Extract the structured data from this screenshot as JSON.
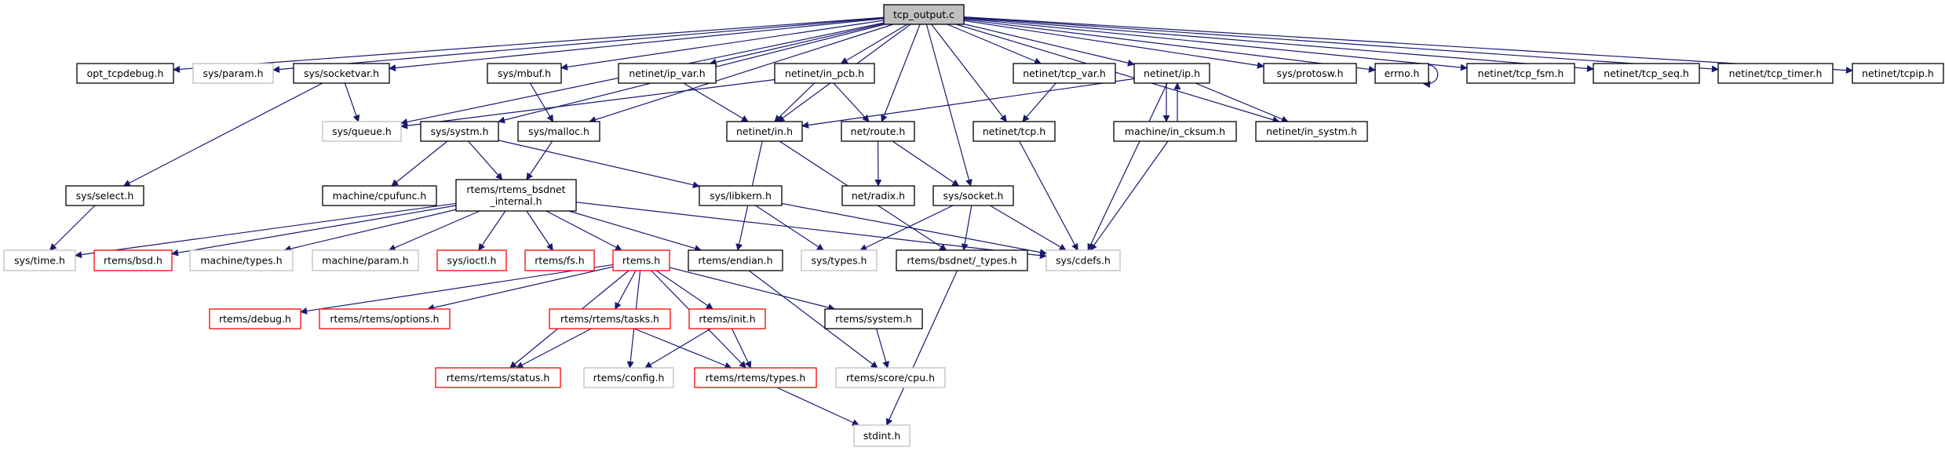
{
  "graph": {
    "edge_color": "#191970",
    "node_kinds": {
      "root": "#bfbfbf",
      "black": "#000000",
      "gray": "#bfbfbf",
      "red": "#ff0000"
    },
    "nodes": [
      {
        "id": "tcp_output",
        "label": "tcp_output.c",
        "kind": "root"
      },
      {
        "id": "opt_tcpdebug",
        "label": "opt_tcpdebug.h",
        "kind": "black"
      },
      {
        "id": "sys_param",
        "label": "sys/param.h",
        "kind": "gray"
      },
      {
        "id": "sys_socketvar",
        "label": "sys/socketvar.h",
        "kind": "black"
      },
      {
        "id": "sys_mbuf",
        "label": "sys/mbuf.h",
        "kind": "black"
      },
      {
        "id": "netinet_ip_var",
        "label": "netinet/ip_var.h",
        "kind": "black"
      },
      {
        "id": "netinet_in_pcb",
        "label": "netinet/in_pcb.h",
        "kind": "black"
      },
      {
        "id": "netinet_tcp_var",
        "label": "netinet/tcp_var.h",
        "kind": "black"
      },
      {
        "id": "netinet_ip",
        "label": "netinet/ip.h",
        "kind": "black"
      },
      {
        "id": "sys_protosw",
        "label": "sys/protosw.h",
        "kind": "black"
      },
      {
        "id": "errno",
        "label": "errno.h",
        "kind": "black"
      },
      {
        "id": "netinet_tcp_fsm",
        "label": "netinet/tcp_fsm.h",
        "kind": "black"
      },
      {
        "id": "netinet_tcp_seq",
        "label": "netinet/tcp_seq.h",
        "kind": "black"
      },
      {
        "id": "netinet_tcp_timer",
        "label": "netinet/tcp_timer.h",
        "kind": "black"
      },
      {
        "id": "netinet_tcpip",
        "label": "netinet/tcpip.h",
        "kind": "black"
      },
      {
        "id": "sys_queue",
        "label": "sys/queue.h",
        "kind": "gray"
      },
      {
        "id": "sys_systm",
        "label": "sys/systm.h",
        "kind": "black"
      },
      {
        "id": "sys_malloc",
        "label": "sys/malloc.h",
        "kind": "black"
      },
      {
        "id": "netinet_in",
        "label": "netinet/in.h",
        "kind": "black"
      },
      {
        "id": "net_route",
        "label": "net/route.h",
        "kind": "black"
      },
      {
        "id": "netinet_tcp",
        "label": "netinet/tcp.h",
        "kind": "black"
      },
      {
        "id": "machine_in_cksum",
        "label": "machine/in_cksum.h",
        "kind": "black"
      },
      {
        "id": "netinet_in_systm",
        "label": "netinet/in_systm.h",
        "kind": "black"
      },
      {
        "id": "sys_select",
        "label": "sys/select.h",
        "kind": "black"
      },
      {
        "id": "machine_cpufunc",
        "label": "machine/cpufunc.h",
        "kind": "black"
      },
      {
        "id": "rtems_bsdnet_internal",
        "label": "rtems/rtems_bsdnet\n_internal.h",
        "kind": "black"
      },
      {
        "id": "sys_libkern",
        "label": "sys/libkern.h",
        "kind": "black"
      },
      {
        "id": "net_radix",
        "label": "net/radix.h",
        "kind": "black"
      },
      {
        "id": "sys_socket",
        "label": "sys/socket.h",
        "kind": "black"
      },
      {
        "id": "sys_time",
        "label": "sys/time.h",
        "kind": "gray"
      },
      {
        "id": "rtems_bsd",
        "label": "rtems/bsd.h",
        "kind": "red"
      },
      {
        "id": "machine_types",
        "label": "machine/types.h",
        "kind": "gray"
      },
      {
        "id": "machine_param",
        "label": "machine/param.h",
        "kind": "gray"
      },
      {
        "id": "sys_ioctl",
        "label": "sys/ioctl.h",
        "kind": "red"
      },
      {
        "id": "rtems_fs",
        "label": "rtems/fs.h",
        "kind": "red"
      },
      {
        "id": "rtems",
        "label": "rtems.h",
        "kind": "red"
      },
      {
        "id": "rtems_endian",
        "label": "rtems/endian.h",
        "kind": "black"
      },
      {
        "id": "sys_types",
        "label": "sys/types.h",
        "kind": "gray"
      },
      {
        "id": "rtems_bsdnet_types",
        "label": "rtems/bsdnet/_types.h",
        "kind": "black"
      },
      {
        "id": "sys_cdefs",
        "label": "sys/cdefs.h",
        "kind": "gray"
      },
      {
        "id": "rtems_debug",
        "label": "rtems/debug.h",
        "kind": "red"
      },
      {
        "id": "rtems_options",
        "label": "rtems/rtems/options.h",
        "kind": "red"
      },
      {
        "id": "rtems_tasks",
        "label": "rtems/rtems/tasks.h",
        "kind": "red"
      },
      {
        "id": "rtems_init",
        "label": "rtems/init.h",
        "kind": "red"
      },
      {
        "id": "rtems_system",
        "label": "rtems/system.h",
        "kind": "black"
      },
      {
        "id": "rtems_status",
        "label": "rtems/rtems/status.h",
        "kind": "red"
      },
      {
        "id": "rtems_config",
        "label": "rtems/config.h",
        "kind": "gray"
      },
      {
        "id": "rtems_types",
        "label": "rtems/rtems/types.h",
        "kind": "red"
      },
      {
        "id": "rtems_score_cpu",
        "label": "rtems/score/cpu.h",
        "kind": "gray"
      },
      {
        "id": "stdint",
        "label": "stdint.h",
        "kind": "gray"
      }
    ],
    "edges": [
      [
        "tcp_output",
        "opt_tcpdebug"
      ],
      [
        "tcp_output",
        "sys_param"
      ],
      [
        "tcp_output",
        "sys_socketvar"
      ],
      [
        "tcp_output",
        "sys_queue"
      ],
      [
        "tcp_output",
        "sys_systm"
      ],
      [
        "tcp_output",
        "sys_mbuf"
      ],
      [
        "tcp_output",
        "sys_malloc"
      ],
      [
        "tcp_output",
        "netinet_ip_var"
      ],
      [
        "tcp_output",
        "netinet_in_pcb"
      ],
      [
        "tcp_output",
        "netinet_in"
      ],
      [
        "tcp_output",
        "net_route"
      ],
      [
        "tcp_output",
        "sys_socket"
      ],
      [
        "tcp_output",
        "netinet_tcp"
      ],
      [
        "tcp_output",
        "netinet_tcp_var"
      ],
      [
        "tcp_output",
        "netinet_ip"
      ],
      [
        "tcp_output",
        "sys_protosw"
      ],
      [
        "tcp_output",
        "errno"
      ],
      [
        "tcp_output",
        "netinet_in_systm"
      ],
      [
        "tcp_output",
        "netinet_tcp_fsm"
      ],
      [
        "tcp_output",
        "netinet_tcp_seq"
      ],
      [
        "tcp_output",
        "netinet_tcp_timer"
      ],
      [
        "tcp_output",
        "netinet_tcpip"
      ],
      [
        "errno",
        "errno"
      ],
      [
        "sys_socketvar",
        "sys_queue"
      ],
      [
        "sys_socketvar",
        "sys_select"
      ],
      [
        "sys_select",
        "sys_time"
      ],
      [
        "sys_mbuf",
        "sys_malloc"
      ],
      [
        "sys_malloc",
        "rtems_bsdnet_internal"
      ],
      [
        "sys_systm",
        "machine_cpufunc"
      ],
      [
        "sys_systm",
        "rtems_bsdnet_internal"
      ],
      [
        "sys_systm",
        "sys_libkern"
      ],
      [
        "netinet_ip_var",
        "netinet_in"
      ],
      [
        "netinet_in_pcb",
        "sys_queue"
      ],
      [
        "netinet_in_pcb",
        "netinet_in"
      ],
      [
        "netinet_in_pcb",
        "net_route"
      ],
      [
        "netinet_ip",
        "netinet_in"
      ],
      [
        "netinet_ip",
        "machine_in_cksum"
      ],
      [
        "netinet_ip",
        "netinet_in_systm"
      ],
      [
        "netinet_ip",
        "sys_cdefs"
      ],
      [
        "machine_in_cksum",
        "netinet_ip"
      ],
      [
        "machine_in_cksum",
        "sys_cdefs"
      ],
      [
        "netinet_tcp_var",
        "netinet_tcp"
      ],
      [
        "netinet_tcp",
        "sys_cdefs"
      ],
      [
        "netinet_in",
        "rtems_endian"
      ],
      [
        "netinet_in",
        "rtems_bsdnet_types"
      ],
      [
        "net_route",
        "net_radix"
      ],
      [
        "net_route",
        "sys_socket"
      ],
      [
        "sys_socket",
        "sys_types"
      ],
      [
        "sys_socket",
        "rtems_bsdnet_types"
      ],
      [
        "sys_socket",
        "sys_cdefs"
      ],
      [
        "sys_libkern",
        "sys_types"
      ],
      [
        "sys_libkern",
        "sys_cdefs"
      ],
      [
        "rtems_bsdnet_internal",
        "sys_time"
      ],
      [
        "rtems_bsdnet_internal",
        "rtems_bsd"
      ],
      [
        "rtems_bsdnet_internal",
        "machine_types"
      ],
      [
        "rtems_bsdnet_internal",
        "machine_param"
      ],
      [
        "rtems_bsdnet_internal",
        "sys_ioctl"
      ],
      [
        "rtems_bsdnet_internal",
        "rtems_fs"
      ],
      [
        "rtems_bsdnet_internal",
        "rtems"
      ],
      [
        "rtems_bsdnet_internal",
        "rtems_endian"
      ],
      [
        "rtems_bsdnet_internal",
        "sys_cdefs"
      ],
      [
        "rtems",
        "rtems_debug"
      ],
      [
        "rtems",
        "rtems_options"
      ],
      [
        "rtems",
        "rtems_status"
      ],
      [
        "rtems",
        "rtems_config"
      ],
      [
        "rtems",
        "rtems_tasks"
      ],
      [
        "rtems",
        "rtems_init"
      ],
      [
        "rtems",
        "rtems_types"
      ],
      [
        "rtems",
        "rtems_system"
      ],
      [
        "rtems_endian",
        "rtems_score_cpu"
      ],
      [
        "rtems_bsdnet_types",
        "stdint"
      ],
      [
        "rtems_tasks",
        "rtems_status"
      ],
      [
        "rtems_tasks",
        "rtems_types"
      ],
      [
        "rtems_init",
        "rtems_config"
      ],
      [
        "rtems_init",
        "rtems_types"
      ],
      [
        "rtems_system",
        "rtems_score_cpu"
      ],
      [
        "rtems_types",
        "stdint"
      ]
    ]
  }
}
